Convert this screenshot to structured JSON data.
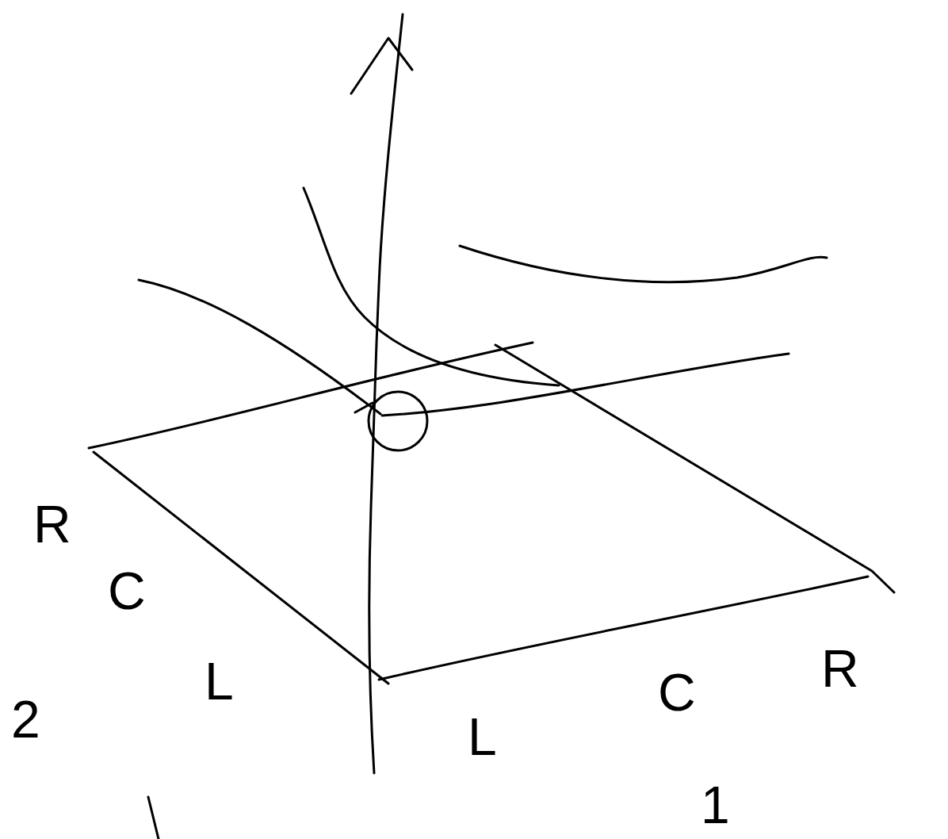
{
  "diagram": {
    "labels": [
      "R",
      "C",
      "L",
      "2",
      "L",
      "C",
      "R",
      "1"
    ]
  }
}
